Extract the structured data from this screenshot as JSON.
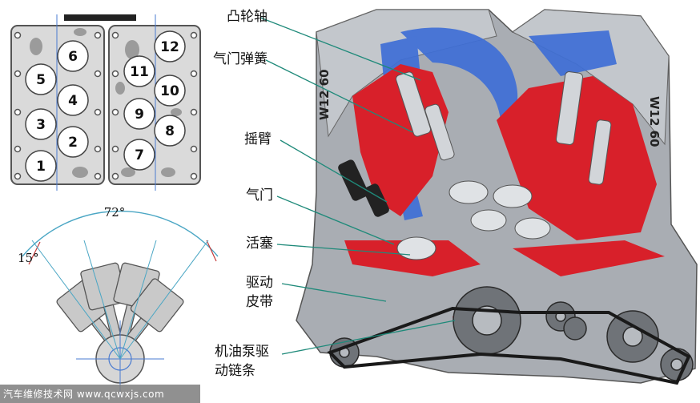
{
  "cylinder_numbers": [
    "1",
    "2",
    "3",
    "4",
    "5",
    "6",
    "7",
    "8",
    "9",
    "10",
    "11",
    "12"
  ],
  "angles": {
    "bank_angle": "72°",
    "offset_angle": "15°"
  },
  "labels": {
    "camshaft": "凸轮轴",
    "valve_spring": "气门弹簧",
    "rocker_arm": "摇臂",
    "valve": "气门",
    "piston": "活塞",
    "drive_belt_line1": "驱动",
    "drive_belt_line2": "皮带",
    "oil_pump_chain_line1": "机油泵驱",
    "oil_pump_chain_line2": "动链条"
  },
  "engine_badges": {
    "left": "W12 60",
    "right": "W12 60"
  },
  "watermark": "汽车维修技术网 www.qcwxjs.com",
  "colors": {
    "cutaway_red": "#d8202a",
    "coolant_blue": "#3f6fd6",
    "metal_gray": "#a9adb3",
    "leader_line": "#1f8a7a",
    "cylinder_circle_fill": "#ffffff"
  }
}
